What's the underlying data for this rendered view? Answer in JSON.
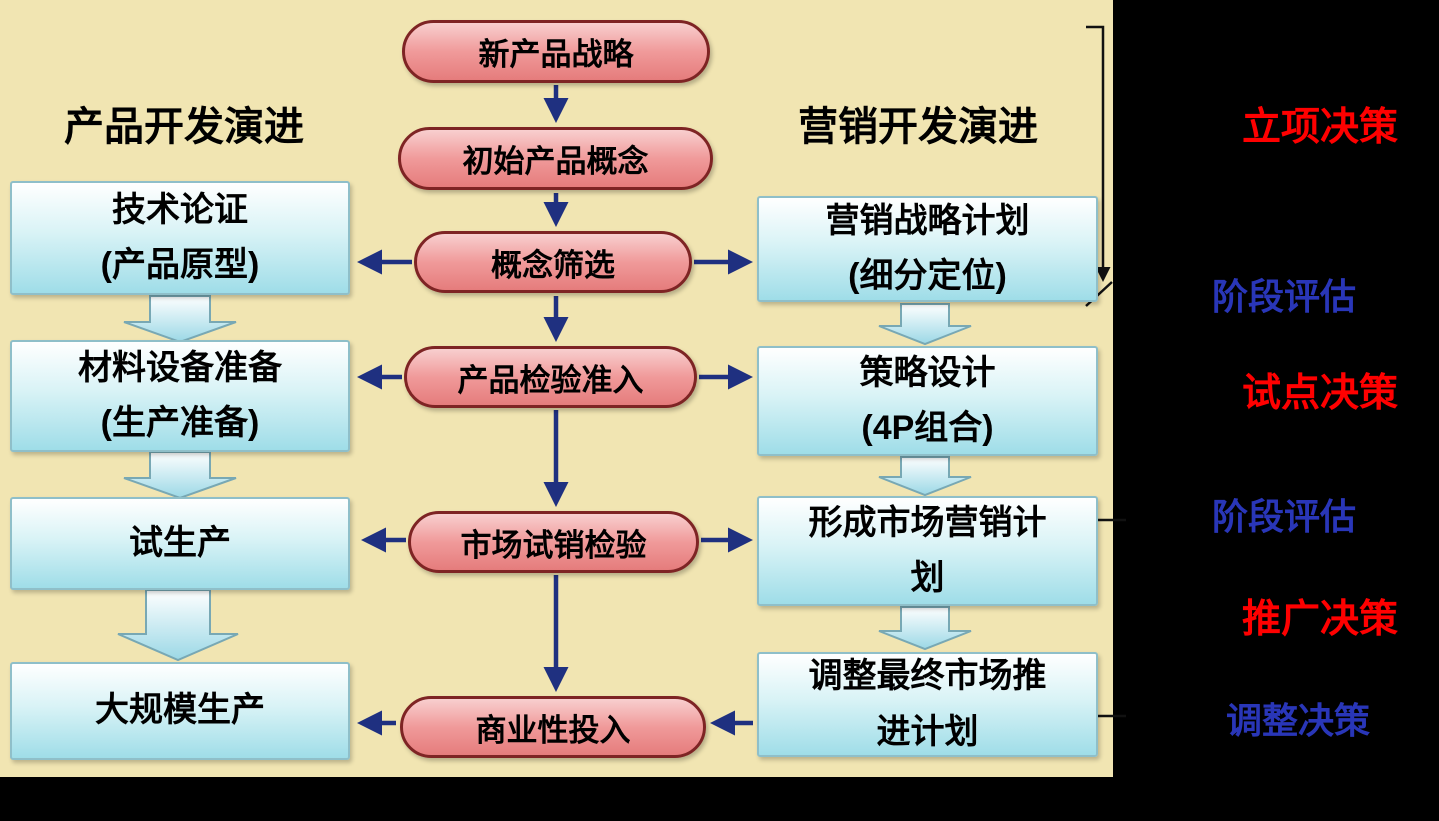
{
  "headers": {
    "left": "产品开发演进",
    "right": "营销开发演进"
  },
  "center_nodes": [
    {
      "label": "新产品战略"
    },
    {
      "label": "初始产品概念"
    },
    {
      "label": "概念筛选"
    },
    {
      "label": "产品检验准入"
    },
    {
      "label": "市场试销检验"
    },
    {
      "label": "商业性投入"
    }
  ],
  "left_nodes": [
    {
      "lines": [
        "技术论证",
        "(产品原型)"
      ]
    },
    {
      "lines": [
        "材料设备准备",
        "(生产准备)"
      ]
    },
    {
      "lines": [
        "试生产"
      ]
    },
    {
      "lines": [
        "大规模生产"
      ]
    }
  ],
  "right_nodes": [
    {
      "lines": [
        "营销战略计划",
        "(细分定位)"
      ]
    },
    {
      "lines": [
        "策略设计",
        "(4P组合)"
      ]
    },
    {
      "lines": [
        "形成市场营销计",
        "划"
      ]
    },
    {
      "lines": [
        "调整最终市场推",
        "进计划"
      ]
    }
  ],
  "decisions": [
    {
      "label": "立项决策",
      "color": "red"
    },
    {
      "label": "阶段评估",
      "color": "blue"
    },
    {
      "label": "试点决策",
      "color": "red"
    },
    {
      "label": "阶段评估",
      "color": "blue"
    },
    {
      "label": "推广决策",
      "color": "red"
    },
    {
      "label": "调整决策",
      "color": "blue"
    }
  ],
  "colors": {
    "background": "#F1E5B2",
    "panel": "#000000",
    "center_node_border": "#7E2424",
    "center_node_fill_top": "#F8CFCF",
    "center_node_fill_bottom": "#E57C7C",
    "side_node_fill_top": "#FFFFFF",
    "side_node_fill_bottom": "#9FDDE8",
    "flow_arrow": "#1F3080",
    "decision_red": "#FF0000",
    "decision_blue": "#2936B8"
  }
}
